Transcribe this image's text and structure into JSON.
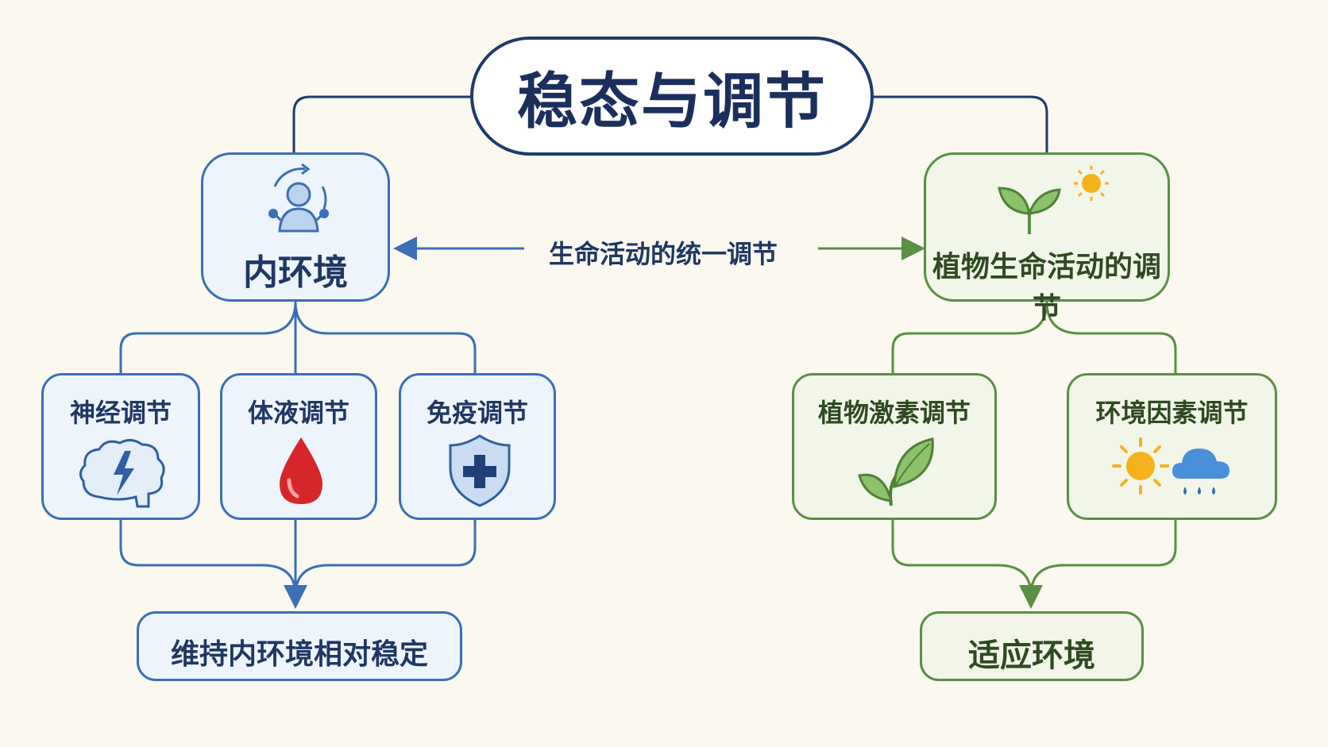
{
  "title": "稳态与调节",
  "center_label": "生命活动的统一调节",
  "left": {
    "main": "内环境",
    "children": [
      "神经调节",
      "体液调节",
      "免疫调节"
    ],
    "result": "维持内环境相对稳定"
  },
  "right": {
    "main": "植物生命活动的调节",
    "children": [
      "植物激素调节",
      "环境因素调节"
    ],
    "result": "适应环境"
  },
  "colors": {
    "background": "#fbf8f0",
    "title_border": "#1e3a6e",
    "blue": "#3b6fb6",
    "blue_fill": "#eef4fb",
    "green": "#5a8f44",
    "green_fill": "#f1f6e8",
    "blood_red": "#d7262b",
    "sun": "#f5b21b",
    "cloud": "#4a90d9"
  },
  "icons": {
    "inner_environment": "person-cycle-icon",
    "plant_regulation": "sprout-sun-icon",
    "nervous": "brain-lightning-icon",
    "humoral": "blood-drop-icon",
    "immune": "shield-plus-icon",
    "plant_hormone": "leaf-icon",
    "environment_factors": "sun-rain-icon"
  }
}
